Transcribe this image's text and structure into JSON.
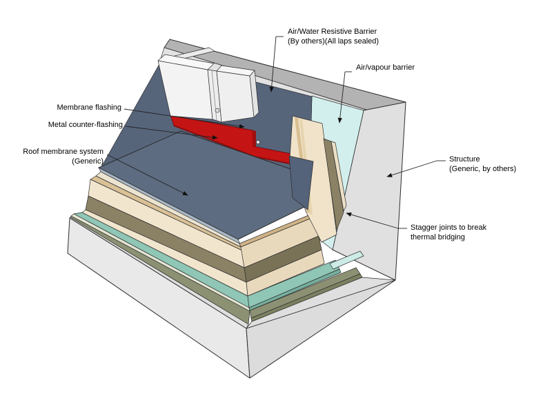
{
  "title": "Roof-wall axonometric construction detail",
  "annotations": {
    "awb": {
      "line1": "Air/Water Resistive Barrier",
      "line2": "(By others)(All laps sealed)"
    },
    "avb": {
      "text": "Air/vapour barrier"
    },
    "membrane_flashing": {
      "text": "Membrane flashing"
    },
    "metal_counter_flashing": {
      "text": "Metal counter-flashing"
    },
    "roof_membrane": {
      "line1": "Roof membrane system",
      "line2": "(Generic)"
    },
    "structure": {
      "line1": "Structure",
      "line2": "(Generic, by others)"
    },
    "stagger": {
      "line1": "Stagger joints to break",
      "line2": "thermal bridging"
    }
  },
  "palette": {
    "structure_gray": "#e9e9e9",
    "structure_gray_dark": "#dcdcdc",
    "wall_top_gray": "#b3b3b3",
    "sheathing_light": "#e2e2e2",
    "membrane_slate": "#5d6c80",
    "membrane_dark": "#54637a",
    "flashing_red": "#c41414",
    "insulation_cream": "#f1e5cd",
    "cream_shaded": "#e9d9bc",
    "fiberboard_olive": "#8b8266",
    "olive_shaded": "#7a7257",
    "vapour_teal": "#8fc6b5",
    "teal_shaded": "#76ae9d",
    "board_green": "#8c9173",
    "green_shaded": "#7a8160",
    "avb_cyan": "#d2efed",
    "metal_edge": "#a9b7c4",
    "tan_board": "#d9c096",
    "cladding_white": "#f3f3f3",
    "line_color": "#2b2b2b"
  }
}
